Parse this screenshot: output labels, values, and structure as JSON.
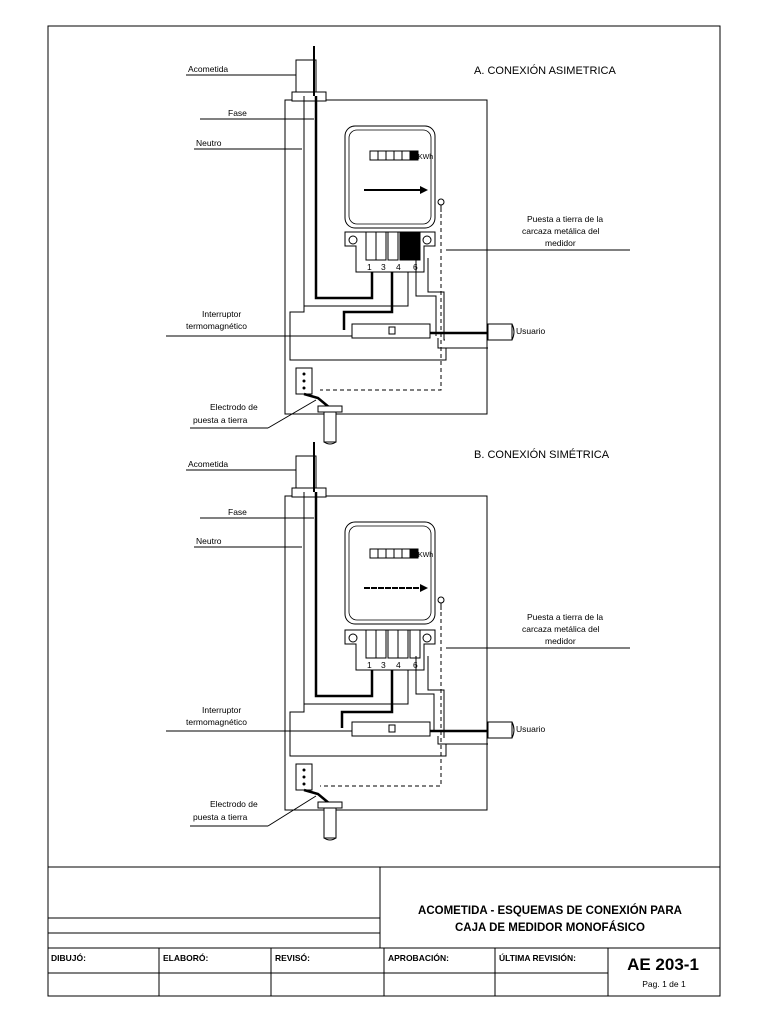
{
  "diagram_a": {
    "title": "A. CONEXIÓN ASIMETRICA",
    "labels": {
      "acometida": "Acometida",
      "fase": "Fase",
      "neutro": "Neutro",
      "puesta_line1": "Puesta a tierra de la",
      "puesta_line2": "carcaza metálica del",
      "puesta_line3": "medidor",
      "interruptor_line1": "Interruptor",
      "interruptor_line2": "termomagnético",
      "usuario": "Usuario",
      "electrodo_line1": "Electrodo de",
      "electrodo_line2": "puesta a tierra",
      "kwh": "KWh"
    },
    "terminals": [
      "1",
      "3",
      "4",
      "6"
    ]
  },
  "diagram_b": {
    "title": "B. CONEXIÓN SIMÉTRICA",
    "labels": {
      "acometida": "Acometida",
      "fase": "Fase",
      "neutro": "Neutro",
      "puesta_line1": "Puesta a tierra de la",
      "puesta_line2": "carcaza metálica del",
      "puesta_line3": "medidor",
      "interruptor_line1": "Interruptor",
      "interruptor_line2": "termomagnético",
      "usuario": "Usuario",
      "electrodo_line1": "Electrodo de",
      "electrodo_line2": "puesta a tierra",
      "kwh": "KWh"
    },
    "terminals": [
      "1",
      "3",
      "4",
      "6"
    ]
  },
  "title_block": {
    "title_line1": "ACOMETIDA - ESQUEMAS DE CONEXIÓN PARA",
    "title_line2": "CAJA DE MEDIDOR MONOFÁSICO",
    "dibujo": "DIBUJÓ:",
    "elaboro": "ELABORÓ:",
    "reviso": "REVISÓ:",
    "aprobacion": "APROBACIÓN:",
    "ultima_revision": "ÚLTIMA REVISIÓN:",
    "code": "AE 203-1",
    "page": "Pag. 1 de 1"
  }
}
